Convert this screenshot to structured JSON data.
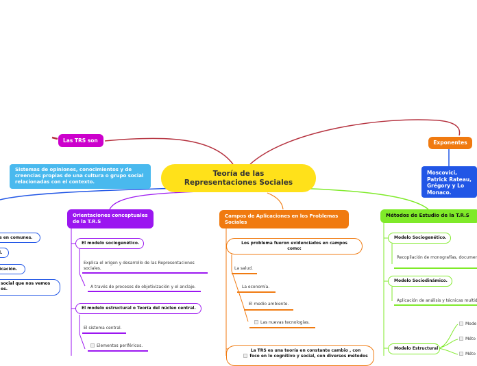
{
  "central": {
    "title_line1": "Teoría de las",
    "title_line2": "Representaciones Sociales"
  },
  "trs_son": {
    "label": "Las TRS son",
    "description": "Sistemas de opiniones, conocimientos y de creencias propias de una cultura o grupo social relacionadas con el contexto."
  },
  "exponentes": {
    "label": "Exponentes",
    "names": "Moscovici, Patrick Rateau, Grégory y Lo Monaco."
  },
  "left_fragments": [
    "es en comunes.",
    "al.",
    "nicación.",
    "social que nos vemos",
    "os."
  ],
  "orientaciones": {
    "label": "Orientaciones conceptuales de la T.R.S",
    "sociogenetico": "El modelo sociogenético.",
    "sociogenetico_text1": "Explica el origen y desarrollo de las Representaciones sociales.",
    "sociogenetico_text2": "A través de procesos de objetivización y el anclaje.",
    "estructural": "El modelo estructural o Teoría del  núcleo central.",
    "sistema_central": "El sistema central.",
    "perifericos": "Elementos periféricos."
  },
  "campos": {
    "label": "Campos de Aplicaciones en los Problemas Sociales",
    "problemas": "Los problema fueron evidenciados en campos como:",
    "items": [
      "La salud.",
      "La economía.",
      "El medio ambiente.",
      "Las nuevas tecnologías."
    ],
    "constante_line1": "La TRS es una teoría en constante cambio , con",
    "constante_line2": "foco en lo cognitivo y social, con diversos métodos"
  },
  "metodos": {
    "label": "Métodos de Estudio de la T.R.S",
    "sociogenetico": "Modelo Sociogenético.",
    "sociogenetico_text": "Recopilación de monografías, documentos, observaciones y entrevistas.",
    "sociodinamico": "Modelo Sociodinámico.",
    "sociodinamico_text": "Aplicación de análisis y técnicas multidimensionales.",
    "estructural": "Modelo Estructural",
    "sub_items": [
      "Mode",
      "Méto",
      "Méto"
    ]
  },
  "colors": {
    "yellow": "#ffe11a",
    "pink": "#cc00cc",
    "purple": "#9b16f0",
    "orange": "#f07a10",
    "green": "#7fea29",
    "blue": "#2156e6",
    "sky": "#49b9ee",
    "darkred": "#b5323f"
  }
}
